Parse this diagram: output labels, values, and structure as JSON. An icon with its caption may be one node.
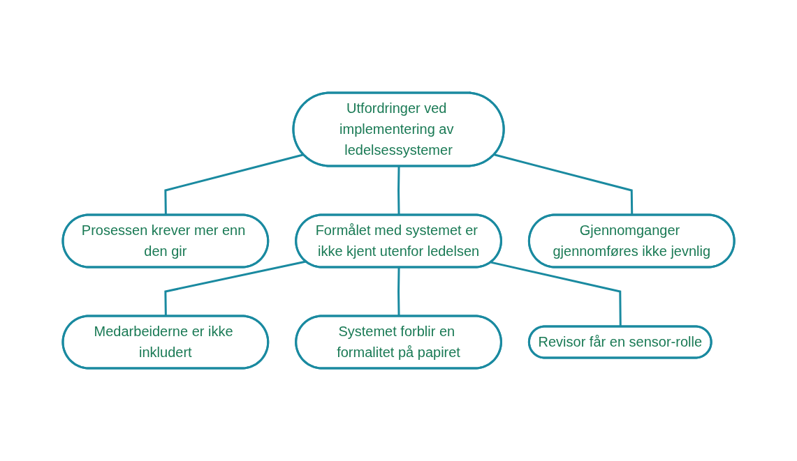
{
  "diagram": {
    "nodes": [
      {
        "text": [
          "Utfordringer ved implementering av ledelsessystemer"
        ]
      },
      {
        "text": [
          "Prosessen krever mer enn den gir"
        ]
      },
      {
        "text": [
          "Formålet med systemet er ikke kjent utenfor ledelsen"
        ]
      },
      {
        "text": [
          "Gjennomganger gjennomføres ikke jevnlig"
        ]
      },
      {
        "text": [
          "Medarbeiderne er ikke inkludert"
        ]
      },
      {
        "text": [
          "Systemet forblir en formalitet på papiret"
        ]
      },
      {
        "text": [
          "Revisor får en sensor-rolle"
        ]
      }
    ],
    "edges": [
      {
        "from": 0,
        "to": 1,
        "arrow": "none"
      },
      {
        "from": 0,
        "to": 2,
        "arrow": "none"
      },
      {
        "from": 0,
        "to": 3,
        "arrow": "none"
      },
      {
        "from": 2,
        "to": 4,
        "arrow": "none"
      },
      {
        "from": 2,
        "to": 5,
        "arrow": "none"
      },
      {
        "from": 2,
        "to": 6,
        "arrow": "none"
      }
    ]
  }
}
